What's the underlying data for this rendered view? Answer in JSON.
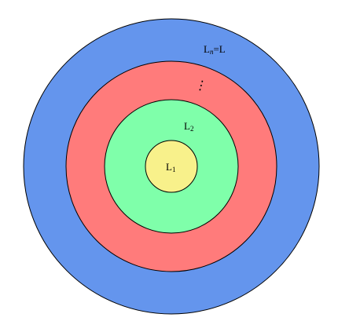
{
  "rings": [
    {
      "id": "ring-outer",
      "color": "#6495ED",
      "label_base": "L",
      "label_sub": "n",
      "label_suffix": "=L"
    },
    {
      "id": "ring-red",
      "color": "#FF7B7B",
      "dots": "⋮"
    },
    {
      "id": "ring-green",
      "color": "#7FFFAA",
      "label_base": "L",
      "label_sub": "2"
    },
    {
      "id": "ring-inner",
      "color": "#F8F18B",
      "label_base": "L",
      "label_sub": "1"
    }
  ]
}
